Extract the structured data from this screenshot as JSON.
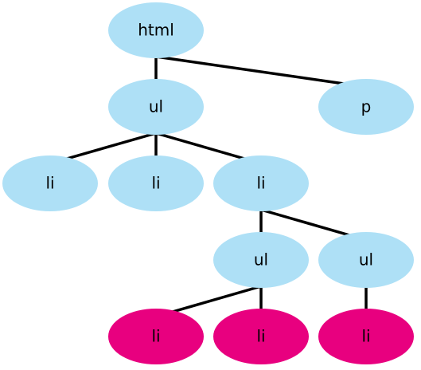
{
  "colors": {
    "default_node": "#aee0f6",
    "leaf_node": "#e8007f"
  },
  "nodes": [
    {
      "id": "html",
      "label": "html",
      "highlight": false
    },
    {
      "id": "ul-1",
      "label": "ul",
      "highlight": false
    },
    {
      "id": "p",
      "label": "p",
      "highlight": false
    },
    {
      "id": "li-1",
      "label": "li",
      "highlight": false
    },
    {
      "id": "li-2",
      "label": "li",
      "highlight": false
    },
    {
      "id": "li-3",
      "label": "li",
      "highlight": false
    },
    {
      "id": "ul-2",
      "label": "ul",
      "highlight": false
    },
    {
      "id": "ul-3",
      "label": "ul",
      "highlight": false
    },
    {
      "id": "li-4",
      "label": "li",
      "highlight": true
    },
    {
      "id": "li-5",
      "label": "li",
      "highlight": true
    },
    {
      "id": "li-6",
      "label": "li",
      "highlight": true
    }
  ],
  "edges": [
    {
      "from": "html",
      "to": "ul-1"
    },
    {
      "from": "html",
      "to": "p"
    },
    {
      "from": "ul-1",
      "to": "li-1"
    },
    {
      "from": "ul-1",
      "to": "li-2"
    },
    {
      "from": "ul-1",
      "to": "li-3"
    },
    {
      "from": "li-3",
      "to": "ul-2"
    },
    {
      "from": "li-3",
      "to": "ul-3"
    },
    {
      "from": "ul-2",
      "to": "li-4"
    },
    {
      "from": "ul-2",
      "to": "li-5"
    },
    {
      "from": "ul-3",
      "to": "li-6"
    }
  ]
}
